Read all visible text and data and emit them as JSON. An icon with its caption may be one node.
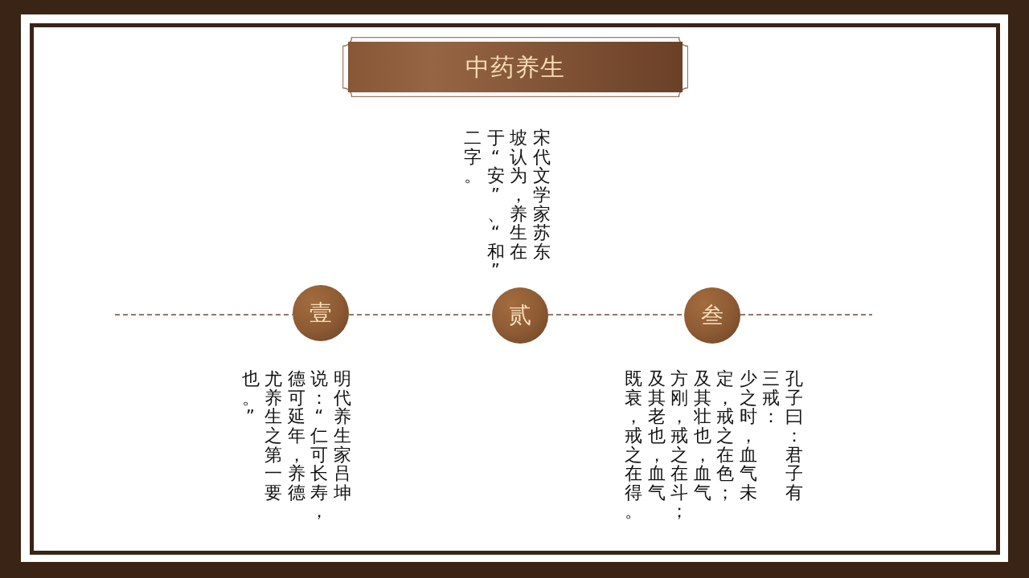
{
  "diagram": {
    "title": "中药养生",
    "nodes": [
      {
        "text": [
          "壹"
        ],
        "beside": [
          "明代养生家吕坤",
          "说：“仁可长寿，",
          "德可延年，养德",
          "尤养生之第一要",
          "也。”"
        ]
      },
      {
        "text": [
          "贰"
        ],
        "beside": [
          "宋代文学家苏东",
          "坡认为，养生在",
          "于“安”、“和”",
          "二字。"
        ]
      },
      {
        "text": [
          "叁"
        ],
        "beside": [
          "孔子曰：君子有",
          "三戒：",
          "少之时，血气未",
          "定，戒之在色；",
          "及其壮也，血气",
          "方刚，戒之在斗；",
          "及其老也，血气",
          "既衰，戒之在得。"
        ]
      }
    ],
    "edges": [
      {
        "from": null,
        "to": 0,
        "arrow": "none",
        "style": "dashed"
      },
      {
        "from": 0,
        "to": 1,
        "arrow": "none",
        "style": "dashed"
      },
      {
        "from": 1,
        "to": 2,
        "arrow": "none",
        "style": "dashed"
      },
      {
        "from": 2,
        "to": null,
        "arrow": "none",
        "style": "dashed"
      }
    ]
  }
}
